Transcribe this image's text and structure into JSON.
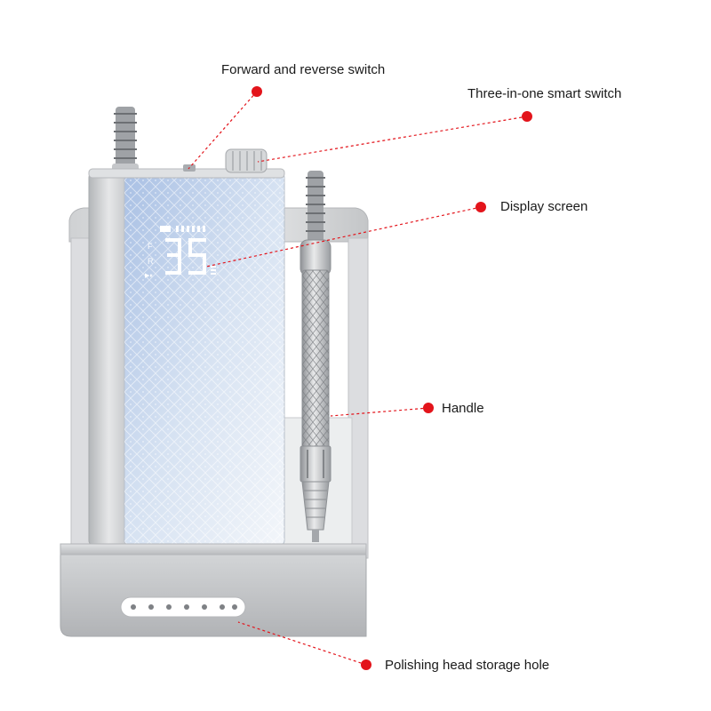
{
  "callouts": [
    {
      "id": "forward-reverse",
      "text": "Forward and reverse switch"
    },
    {
      "id": "smart-switch",
      "text": "Three-in-one smart switch"
    },
    {
      "id": "display",
      "text": "Display screen"
    },
    {
      "id": "handle",
      "text": "Handle"
    },
    {
      "id": "storage",
      "text": "Polishing head storage hole"
    }
  ],
  "display": {
    "speed": "35",
    "mode_forward": "F",
    "mode_reverse": "R",
    "play_pause": "▶⏸"
  },
  "colors": {
    "callout_dot": "#e3141b",
    "body_blue": "#c8daf2",
    "metal": "#c9cbcd",
    "segment": "#ffffff"
  }
}
